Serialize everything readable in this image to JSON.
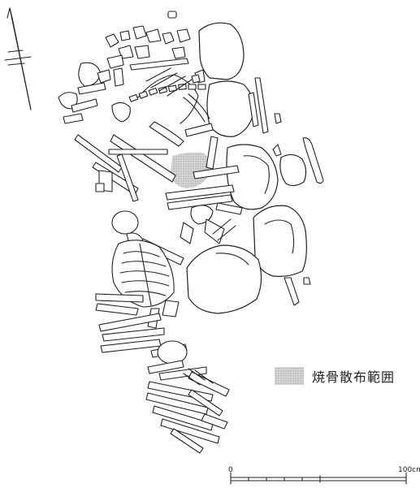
{
  "legend": {
    "label": "焼骨散布範囲",
    "swatch_color": "#c9c9c9"
  },
  "scale_bar": {
    "start_label": "0",
    "end_label": "100cm"
  },
  "north_arrow": {
    "icon": "north-arrow-icon"
  },
  "colors": {
    "line": "#222222",
    "burnt_bone_area": "#c9c9c9",
    "background": "#ffffff"
  }
}
